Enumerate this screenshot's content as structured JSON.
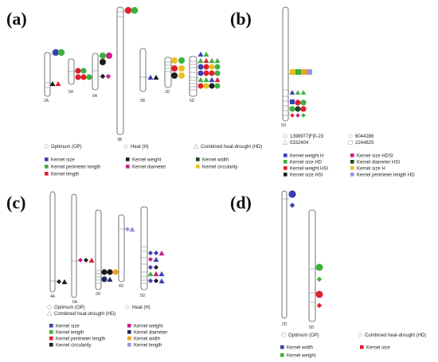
{
  "colors": {
    "blue": "#3a3fb4",
    "green": "#3fb03f",
    "black": "#1c1c1c",
    "red": "#e0202c",
    "magenta": "#c71f86",
    "yellow": "#e8c11d",
    "orange": "#f0a520",
    "lightpurple": "#9f92e0",
    "violet": "#8a78d8",
    "white_marker": "#ffffff"
  },
  "panels": [
    {
      "id": "a",
      "label": "(a)",
      "chromosomes": [
        "2A",
        "5A",
        "6A",
        "3B",
        "5B",
        "2D",
        "5D"
      ],
      "marker_legend": [
        {
          "shape": "circle",
          "text": "Optimum (OP)"
        },
        {
          "shape": "diamond",
          "text": "Heat (H)"
        },
        {
          "shape": "triangle",
          "text": "Combined heat-drought (HD)"
        }
      ],
      "trait_legend": [
        {
          "color": "blue",
          "text": "Kernel size"
        },
        {
          "color": "black",
          "text": "Kernel weight"
        },
        {
          "color": "darkgreen",
          "text": "Kernel width"
        },
        {
          "color": "green",
          "text": "Kernel perimeter length"
        },
        {
          "color": "magenta",
          "text": "Kernel diameter"
        },
        {
          "color": "yellow",
          "text": "Kernel circularity"
        },
        {
          "color": "red",
          "text": "Kernel length"
        }
      ]
    },
    {
      "id": "b",
      "label": "(b)",
      "chromosomes": [
        "5D"
      ],
      "marker_legend": [
        {
          "shape": "circle",
          "text": "1398977|F|0-23"
        },
        {
          "shape": "diamond",
          "text": "6044286"
        },
        {
          "shape": "triangle",
          "text": "5332404"
        },
        {
          "shape": "square",
          "text": "2244825"
        }
      ],
      "trait_legend": [
        {
          "color": "blue",
          "text": "Kernel weight H"
        },
        {
          "color": "magenta",
          "text": "Kernel size HDSI"
        },
        {
          "color": "green",
          "text": "Kernel size HD"
        },
        {
          "color": "darkgreen",
          "text": "Kernel diameter HSI"
        },
        {
          "color": "red",
          "text": "Kernel weight HSI"
        },
        {
          "color": "yellow",
          "text": "Kernel size H"
        },
        {
          "color": "black",
          "text": "Kernel size HSI"
        },
        {
          "color": "lightpurple",
          "text": "Kernel perimeter length HD"
        }
      ]
    },
    {
      "id": "c",
      "label": "(c)",
      "chromosomes": [
        "4A",
        "6A",
        "2D",
        "4D",
        "5D"
      ],
      "marker_legend": [
        {
          "shape": "circle",
          "text": "Optimum (OP)"
        },
        {
          "shape": "diamond",
          "text": "Heat (H)"
        },
        {
          "shape": "triangle",
          "text": "Combined heat-drought (HD)"
        }
      ],
      "trait_legend": [
        {
          "color": "blue",
          "text": "Kernel size"
        },
        {
          "color": "magenta",
          "text": "Kernel weight"
        },
        {
          "color": "green",
          "text": "Kernel length"
        },
        {
          "color": "navy",
          "text": "Kernel diameter"
        },
        {
          "color": "red",
          "text": "Kernel perimeter length"
        },
        {
          "color": "orange",
          "text": "Kernel width"
        },
        {
          "color": "black",
          "text": "Kernel circularity"
        },
        {
          "color": "lightpurple",
          "text": "Kernel length"
        }
      ]
    },
    {
      "id": "d",
      "label": "(d)",
      "chromosomes": [
        "2D",
        "5D"
      ],
      "marker_legend": [
        {
          "shape": "circle",
          "text": "Optimum (OP)"
        },
        {
          "shape": "diamond",
          "text": "Combined heat-drought (HD)"
        }
      ],
      "trait_legend": [
        {
          "color": "blue",
          "text": "Kernel width"
        },
        {
          "color": "red",
          "text": "Kernel size"
        },
        {
          "color": "green",
          "text": "Kernel weight"
        }
      ]
    }
  ]
}
